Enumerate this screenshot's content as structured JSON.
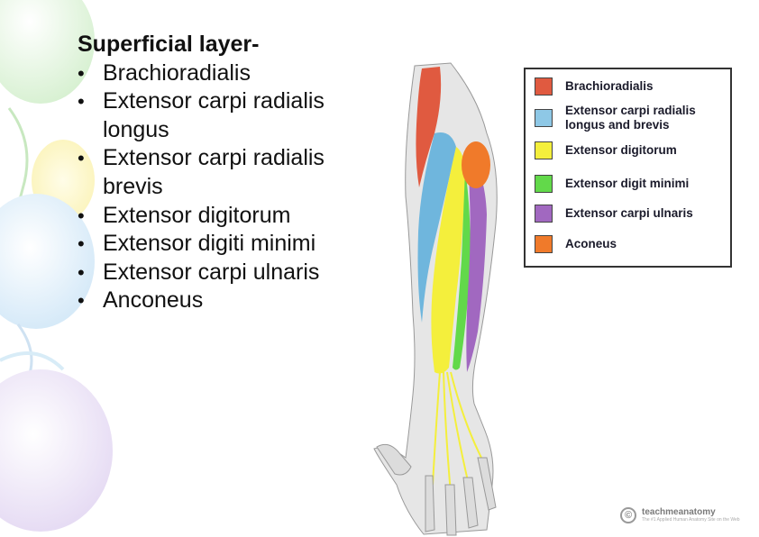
{
  "slide": {
    "heading": "Superficial layer-",
    "items": [
      "Brachioradialis",
      "Extensor carpi radialis longus",
      "Extensor carpi radialis brevis",
      "Extensor digitorum",
      "Extensor digiti minimi",
      "Extensor carpi ulnaris",
      "Anconeus"
    ]
  },
  "legend": {
    "items": [
      {
        "label": "Brachioradialis",
        "color": "#e05a40"
      },
      {
        "label": "Extensor carpi radialis longus and brevis",
        "color": "#8ec8e6"
      },
      {
        "label": "Extensor digitorum",
        "color": "#f4ef3c"
      },
      {
        "label": "Extensor digit minimi",
        "color": "#62d94a"
      },
      {
        "label": "Extensor carpi ulnaris",
        "color": "#a168c0"
      },
      {
        "label": "Aconeus",
        "color": "#f07a2a"
      }
    ]
  },
  "credit": {
    "brand": "teachmeanatomy",
    "tagline": "The #1 Applied Human Anatomy Site on the Web",
    "icon": "copyright-icon"
  }
}
